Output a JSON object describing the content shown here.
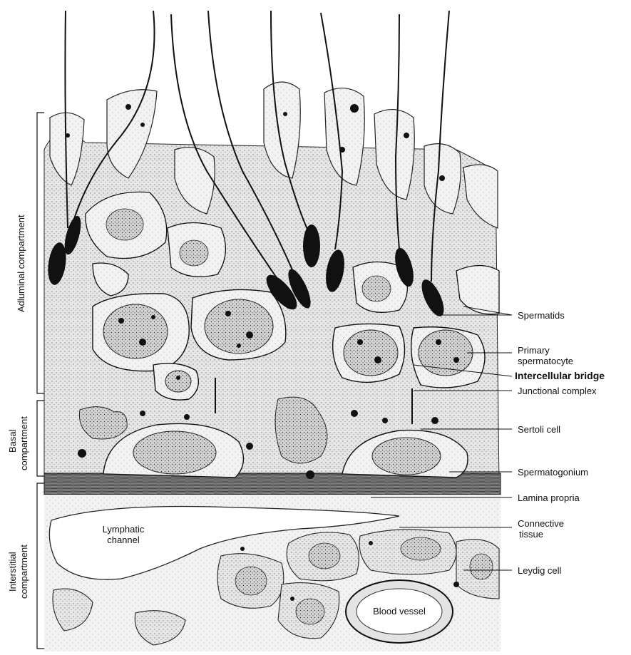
{
  "labels": {
    "spermatids": "Spermatids",
    "primary_spermatocyte_1": "Primary",
    "primary_spermatocyte_2": "spermatocyte",
    "intercellular_bridge": "Intercellular bridge",
    "junctional_complex": "Junctional complex",
    "sertoli_cell": "Sertoli cell",
    "spermatogonium": "Spermatogonium",
    "lamina_propria": "Lamina propria",
    "connective_tissue_1": "Connective",
    "connective_tissue_2": "tissue",
    "leydig_cell": "Leydig cell",
    "lymphatic_channel_1": "Lymphatic",
    "lymphatic_channel_2": "channel",
    "blood_vessel": "Blood vessel"
  },
  "compartments": {
    "adluminal": "Adluminal compartment",
    "basal_1": "Basal",
    "basal_2": "compartment",
    "interstitial_1": "Interstitial",
    "interstitial_2": "compartment"
  }
}
